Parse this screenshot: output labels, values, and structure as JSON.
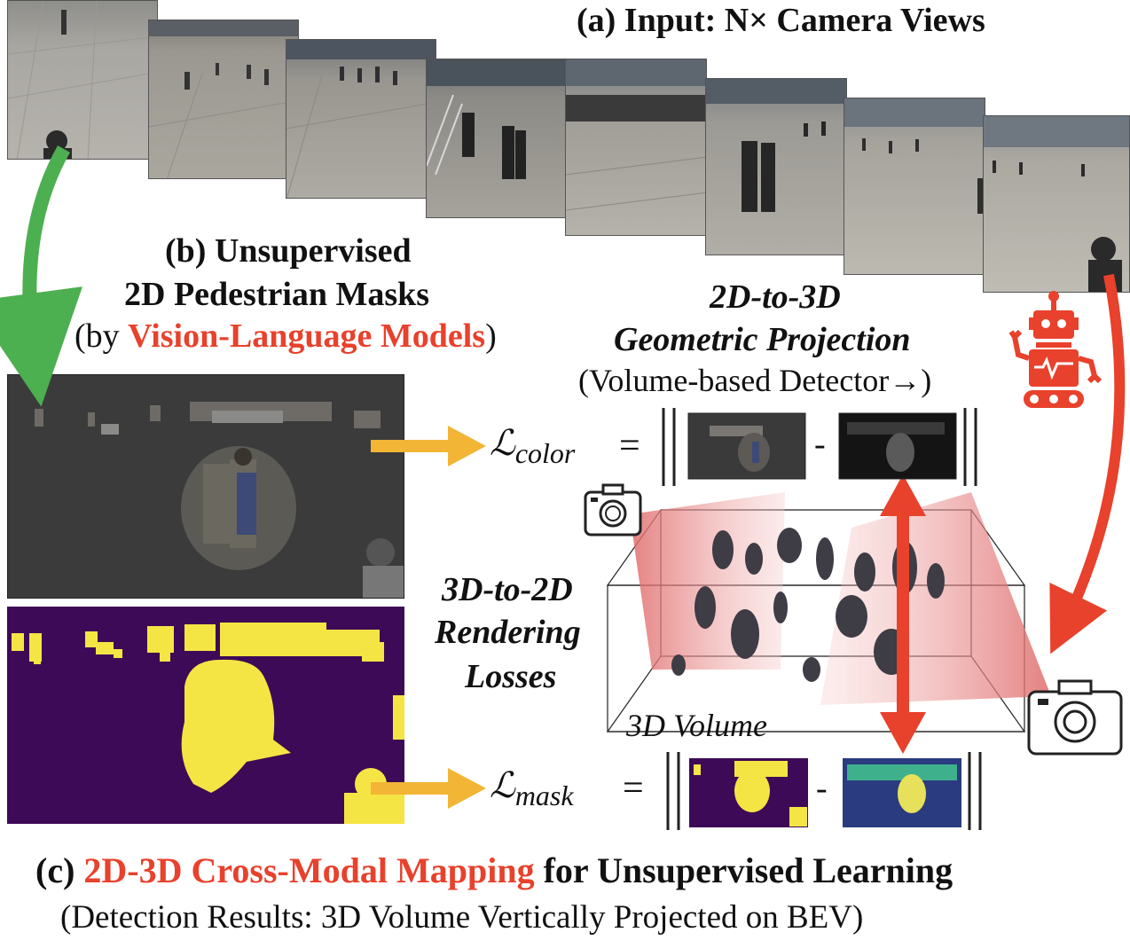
{
  "input_title": "(a) Input: N× Camera Views",
  "masks_heading": {
    "line1": "(b) Unsupervised",
    "line2": "2D Pedestrian Masks",
    "line3_open": "(by ",
    "line3_highlight": "Vision-Language Models",
    "line3_close": ")"
  },
  "projection": {
    "line1": "2D-to-3D",
    "line2": "Geometric Projection",
    "line3": "(Volume-based Detector→)"
  },
  "rendering": {
    "line1": "3D-to-2D",
    "line2": "Rendering",
    "line3": "Losses"
  },
  "volume_label": "3D Volume",
  "loss_color": {
    "symbol": "ℒ",
    "sub": "color",
    "eq": "=",
    "minus": "-"
  },
  "loss_mask": {
    "symbol": "ℒ",
    "sub": "mask",
    "eq": "=",
    "minus": "-"
  },
  "caption": {
    "line1_prefix": "(c) ",
    "line1_highlight": "2D-3D Cross-Modal Mapping",
    "line1_suffix": " for Unsupervised Learning",
    "line2": "(Detection Results: 3D Volume Vertically Projected on BEV)"
  },
  "colors": {
    "highlight_red": "#e8412c",
    "green_arrow": "#4caf50",
    "yellow_arrow": "#f2b535",
    "red_arrow": "#e8412c",
    "mask_background": "#3d0a57",
    "mask_foreground": "#f5e544",
    "rgb_panel_background": "#3b3b3b"
  },
  "icons": [
    "camera-icon",
    "robot-icon"
  ]
}
